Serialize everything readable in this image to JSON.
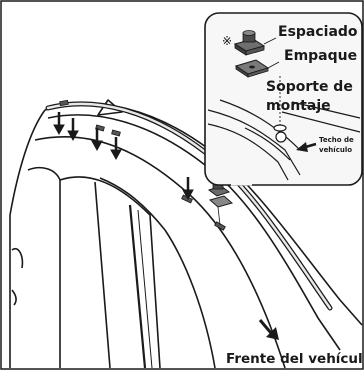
{
  "diagram": {
    "labels": {
      "spacer": "Espaciado",
      "gasket": "Empaque",
      "mount_line1": "Soporte de",
      "mount_line2": "montaje",
      "roof_line1": "Techo de",
      "roof_line2": "vehículo",
      "front": "Frente del vehícul",
      "note_mark": "※"
    },
    "colors": {
      "line": "#1a1a1a",
      "part_dark": "#4a4a4a",
      "part_mid": "#7a7a7a",
      "callout_fill": "#f7f7f7"
    }
  }
}
